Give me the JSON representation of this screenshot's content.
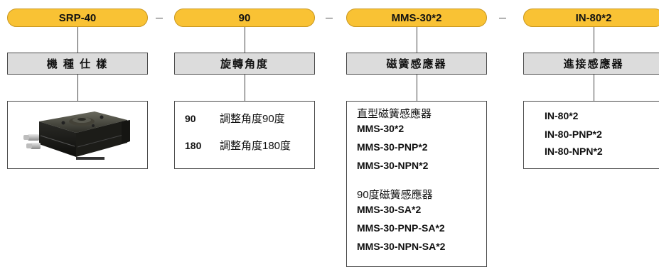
{
  "codes": {
    "model": "SRP-40",
    "angle": "90",
    "sensor": "MMS-30*2",
    "proximity": "IN-80*2",
    "separator": "–"
  },
  "headers": {
    "model": "機 種 仕 樣",
    "angle": "旋轉角度",
    "sensor": "磁簧感應器",
    "proximity": "進接感應器"
  },
  "angle_options": [
    {
      "value": "90",
      "desc": "調整角度90度"
    },
    {
      "value": "180",
      "desc": "調整角度180度"
    }
  ],
  "sensor_options": {
    "group1_title": "直型磁簧感應器",
    "group1": [
      "MMS-30*2",
      "MMS-30-PNP*2",
      "MMS-30-NPN*2"
    ],
    "group2_title": "90度磁簧感應器",
    "group2": [
      "MMS-30-SA*2",
      "MMS-30-PNP-SA*2",
      "MMS-30-NPN-SA*2"
    ]
  },
  "proximity_options": [
    "IN-80*2",
    "IN-80-PNP*2",
    "IN-80-NPN*2"
  ],
  "colors": {
    "pill": "#f9c234",
    "header_bg": "#dcdcdc",
    "border": "#4a4a4a"
  }
}
